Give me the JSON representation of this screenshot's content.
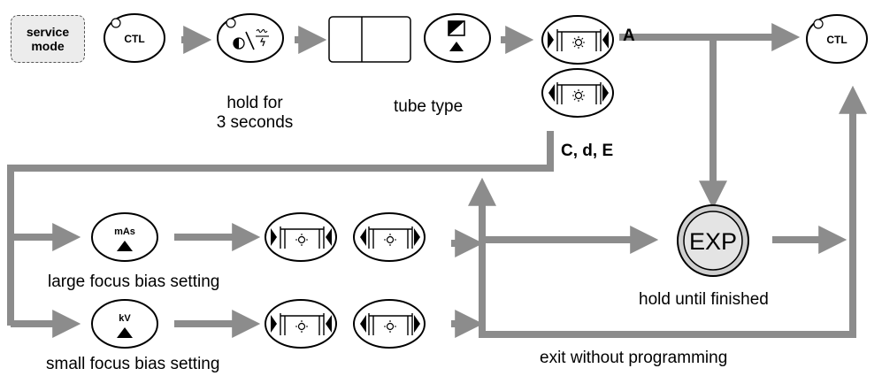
{
  "service_mode": {
    "line1": "service",
    "line2": "mode"
  },
  "keys": {
    "ctl": "CTL",
    "mas": "mAs",
    "kv": "kV",
    "exp": "EXP"
  },
  "labels": {
    "hold_line1": "hold for",
    "hold_line2": "3 seconds",
    "tube_type": "tube type",
    "branch_a": "A",
    "branch_cde": "C, d, E",
    "large_focus": "large focus bias setting",
    "small_focus": "small focus bias setting",
    "hold_until": "hold until finished",
    "exit_without": "exit without programming"
  },
  "colors": {
    "arrow": "#8c8c8c",
    "outline": "#000000",
    "exp_fill": "#cfcfcf",
    "service_fill": "#ececec"
  },
  "icons": [
    "ctl-key-icon",
    "focus-toggle-icon",
    "display-icon",
    "tube-select-icon",
    "select-right-icon",
    "select-left-icon",
    "mas-key-icon",
    "kv-key-icon",
    "exp-key-icon"
  ]
}
